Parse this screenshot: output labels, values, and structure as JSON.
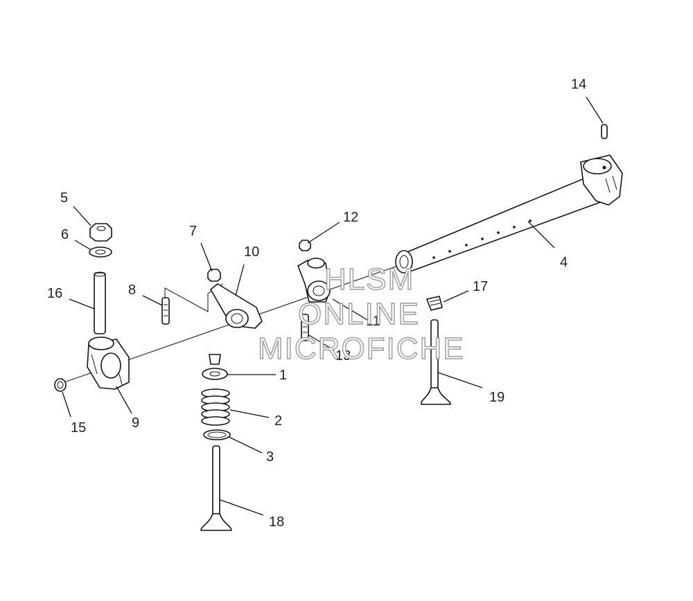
{
  "watermark": {
    "line1": "HLSM",
    "line2": "ONLINE",
    "line3": "MICROFICHE"
  },
  "callouts": {
    "c1": "1",
    "c2": "2",
    "c3": "3",
    "c4": "4",
    "c5": "5",
    "c6": "6",
    "c7": "7",
    "c8": "8",
    "c9": "9",
    "c10": "10",
    "c11": "11",
    "c12": "12",
    "c13": "13",
    "c14": "14",
    "c15": "15",
    "c16": "16",
    "c17": "17",
    "c18": "18",
    "c19": "19"
  }
}
